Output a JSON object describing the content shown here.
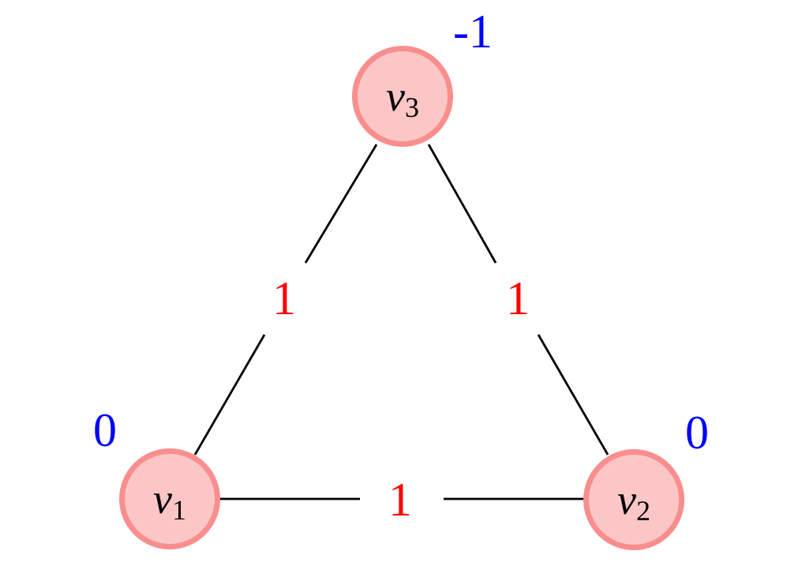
{
  "figure": {
    "type": "graph-diagram",
    "description": "Triangle graph with three vertices, blue vertex values and red edge weights",
    "colors": {
      "vertex_fill": "#fcc6c6",
      "vertex_border": "#f98e8e",
      "edge_line": "#000000",
      "edge_weight": "#ff0000",
      "vertex_value": "#0000ff",
      "background": "#ffffff"
    },
    "vertices": [
      {
        "id": "v1",
        "base": "v",
        "sub": "1",
        "value": "0"
      },
      {
        "id": "v2",
        "base": "v",
        "sub": "2",
        "value": "0"
      },
      {
        "id": "v3",
        "base": "v",
        "sub": "3",
        "value": "-1"
      }
    ],
    "edges": [
      {
        "from": "v1",
        "to": "v3",
        "weight": "1"
      },
      {
        "from": "v2",
        "to": "v3",
        "weight": "1"
      },
      {
        "from": "v1",
        "to": "v2",
        "weight": "1"
      }
    ]
  }
}
